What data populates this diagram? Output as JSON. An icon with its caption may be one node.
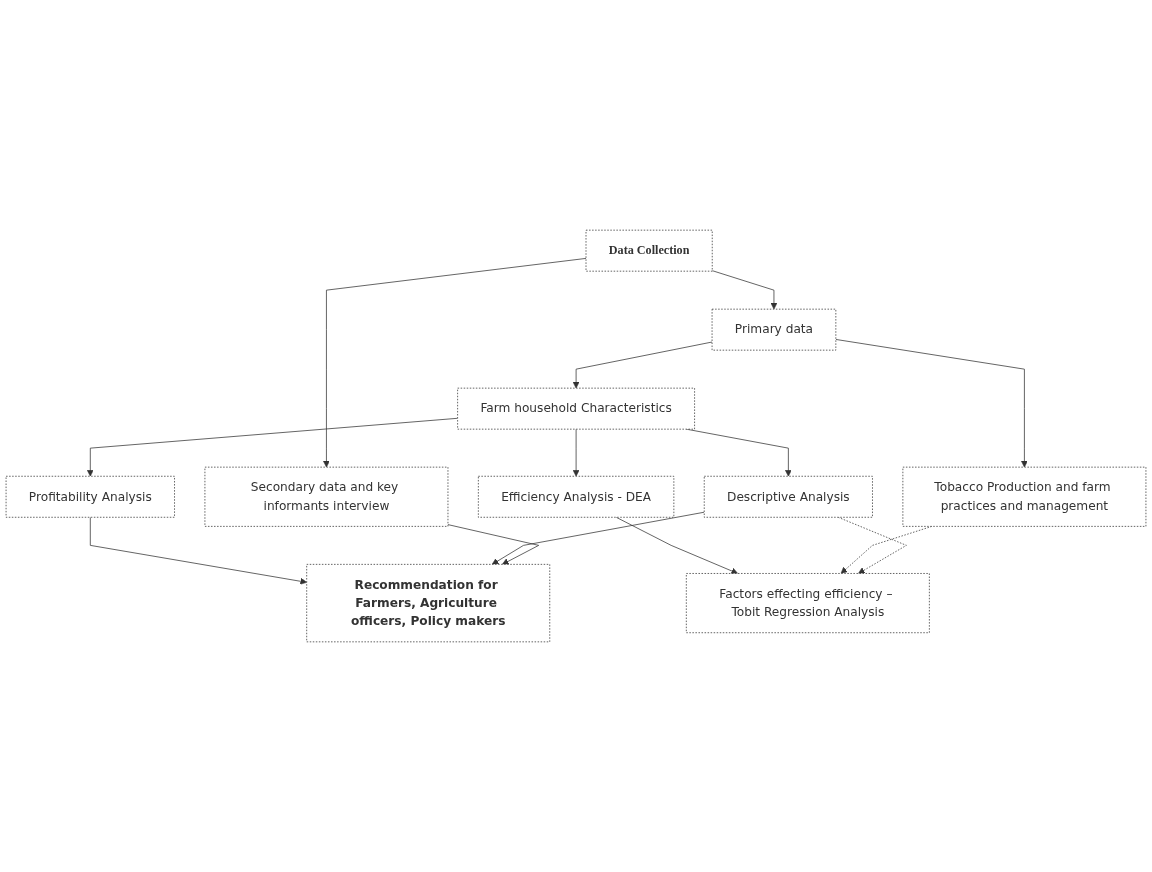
{
  "diagram": {
    "nodes": [
      {
        "text": [
          "Data Collection"
        ]
      },
      {
        "text": [
          "Secondary data and key informants interview"
        ]
      },
      {
        "text": [
          "Primary data"
        ]
      },
      {
        "text": [
          "Tobacco Production and farm practices and management"
        ]
      },
      {
        "text": [
          "Farm household Characteristics"
        ]
      },
      {
        "text": [
          "Efficiency Analysis - DEA"
        ]
      },
      {
        "text": [
          "Profitability Analysis"
        ]
      },
      {
        "text": [
          "Descriptive Analysis"
        ]
      },
      {
        "text": [
          "Factors effecting efficiency – Tobit Regression Analysis"
        ]
      },
      {
        "text": [
          "Recommendation for Farmers, Agriculture officers, Policy makers"
        ]
      }
    ],
    "edges": [
      {
        "from": 0,
        "to": 1,
        "arrow": "to"
      },
      {
        "from": 0,
        "to": 2,
        "arrow": "to"
      },
      {
        "from": 2,
        "to": 3,
        "arrow": "to"
      },
      {
        "from": 2,
        "to": 4,
        "arrow": "to"
      },
      {
        "from": 4,
        "to": 5,
        "arrow": "to"
      },
      {
        "from": 4,
        "to": 6,
        "arrow": "to"
      },
      {
        "from": 4,
        "to": 7,
        "arrow": "to"
      },
      {
        "from": 5,
        "to": 8,
        "arrow": "to"
      },
      {
        "from": 3,
        "to": 8,
        "arrow": "to",
        "style": "dashed"
      },
      {
        "from": 7,
        "to": 8,
        "arrow": "to",
        "style": "dashed"
      },
      {
        "from": 6,
        "to": 9,
        "arrow": "to"
      },
      {
        "from": 7,
        "to": 9,
        "arrow": "to"
      },
      {
        "from": 1,
        "to": 9,
        "arrow": "to"
      }
    ]
  }
}
